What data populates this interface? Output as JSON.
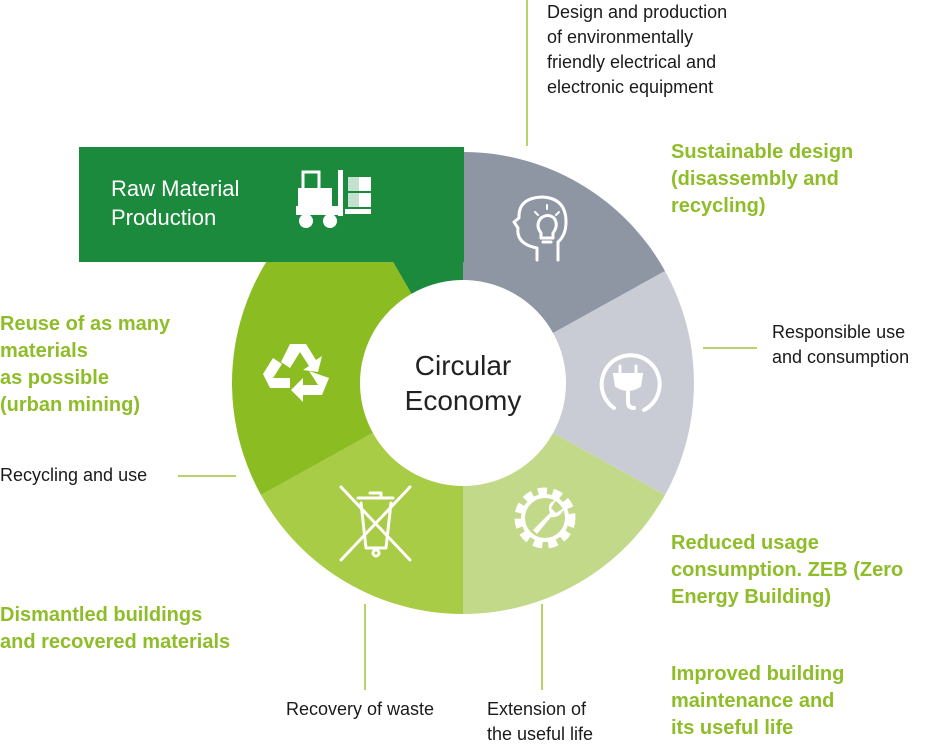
{
  "center_label": [
    "Circular",
    "Economy"
  ],
  "raw_material": [
    "Raw Material",
    "Production"
  ],
  "stages": {
    "design_production": [
      "Design and production",
      "of environmentally",
      "friendly electrical and",
      "electronic equipment"
    ],
    "responsible_use": [
      "Responsible use",
      "and consumption"
    ],
    "extension_life": [
      "Extension of",
      "the useful life"
    ],
    "recovery_waste": "Recovery of waste",
    "recycling_use": "Recycling and use"
  },
  "highlights": {
    "sustainable_design": [
      "Sustainable design",
      "(disassembly and",
      "recycling)"
    ],
    "reduced_usage": [
      "Reduced usage",
      "consumption. ZEB (Zero",
      "Energy Building)"
    ],
    "improved_maintenance": [
      "Improved building",
      "maintenance and",
      "its useful life"
    ],
    "dismantled": [
      "Dismantled buildings",
      "and recovered materials"
    ],
    "reuse": [
      "Reuse of as many",
      "materials",
      "as possible",
      "(urban mining)"
    ]
  },
  "icons": {
    "design": "head-lightbulb-icon",
    "use": "power-plug-icon",
    "extension": "gear-wrench-icon",
    "recovery": "crossed-out-bin-icon",
    "recycling": "recycle-icon",
    "raw_material": "forklift-icon"
  },
  "colors": {
    "raw_material": "#1b8a3c",
    "design": "#8f96a3",
    "use": "#c9ccd4",
    "extension": "#c3d98a",
    "recovery": "#a8cc46",
    "recycling": "#8bbd22",
    "highlight_text": "#8fbd2a",
    "connector": "#b6d36a"
  }
}
